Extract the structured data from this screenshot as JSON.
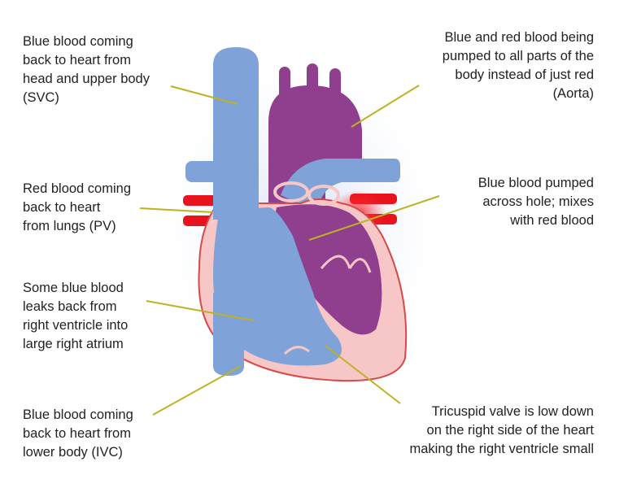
{
  "labels": {
    "svc": [
      "Blue blood coming",
      "back to heart from",
      "head and upper body",
      "(SVC)"
    ],
    "pv": [
      "Red blood coming",
      "back to heart",
      "from lungs (PV)"
    ],
    "leak": [
      "Some blue blood",
      "leaks back from",
      "right ventricle into",
      "large right atrium"
    ],
    "ivc": [
      "Blue blood coming",
      "back to heart from",
      "lower body (IVC)"
    ],
    "aorta": [
      "Blue and red blood being",
      "pumped to all parts of the",
      "body instead of just red",
      "(Aorta)"
    ],
    "hole": [
      "Blue blood pumped",
      "across hole; mixes",
      "with red blood"
    ],
    "tricuspid": [
      "Tricuspid valve is low down",
      "on the right side of the heart",
      "making the right ventricle small"
    ]
  },
  "colors": {
    "blue_blood": "#7fa2d9",
    "red_blood": "#e8131c",
    "mixed_blood": "#8f3f8e",
    "heart_wall": "#f7c6c6",
    "leader_line": "#bdb322"
  }
}
